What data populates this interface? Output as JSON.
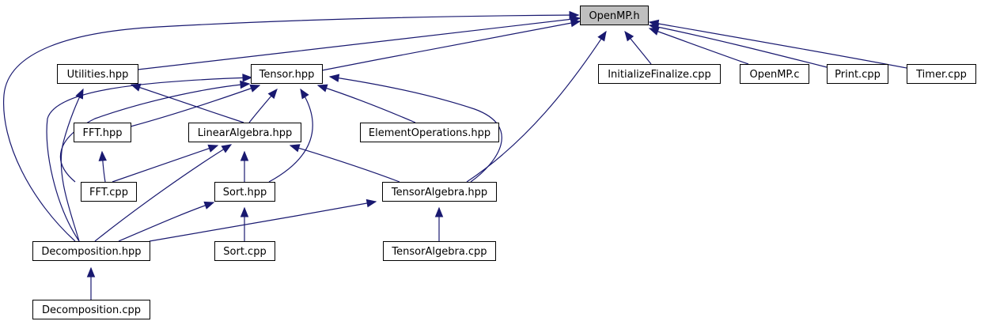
{
  "diagram": {
    "type": "include-dependency-graph",
    "colors": {
      "edge": "#191970",
      "root_fill": "#bfbfbf",
      "node_fill": "#ffffff",
      "node_border": "#000000"
    },
    "nodes": [
      {
        "id": "openmp_h",
        "label": "OpenMP.h",
        "root": true
      },
      {
        "id": "utilities",
        "label": "Utilities.hpp"
      },
      {
        "id": "tensor",
        "label": "Tensor.hpp"
      },
      {
        "id": "initfin",
        "label": "InitializeFinalize.cpp"
      },
      {
        "id": "openmp_c",
        "label": "OpenMP.c"
      },
      {
        "id": "print",
        "label": "Print.cpp"
      },
      {
        "id": "timer",
        "label": "Timer.cpp"
      },
      {
        "id": "fft_hpp",
        "label": "FFT.hpp"
      },
      {
        "id": "linalg",
        "label": "LinearAlgebra.hpp"
      },
      {
        "id": "elemops",
        "label": "ElementOperations.hpp"
      },
      {
        "id": "fft_cpp",
        "label": "FFT.cpp"
      },
      {
        "id": "sort_hpp",
        "label": "Sort.hpp"
      },
      {
        "id": "talg_hpp",
        "label": "TensorAlgebra.hpp"
      },
      {
        "id": "decomp_hpp",
        "label": "Decomposition.hpp"
      },
      {
        "id": "sort_cpp",
        "label": "Sort.cpp"
      },
      {
        "id": "talg_cpp",
        "label": "TensorAlgebra.cpp"
      },
      {
        "id": "decomp_cpp",
        "label": "Decomposition.cpp"
      }
    ],
    "edges": [
      {
        "from": "utilities",
        "to": "openmp_h"
      },
      {
        "from": "tensor",
        "to": "openmp_h"
      },
      {
        "from": "initfin",
        "to": "openmp_h"
      },
      {
        "from": "openmp_c",
        "to": "openmp_h"
      },
      {
        "from": "print",
        "to": "openmp_h"
      },
      {
        "from": "timer",
        "to": "openmp_h"
      },
      {
        "from": "talg_hpp",
        "to": "openmp_h"
      },
      {
        "from": "decomp_hpp",
        "to": "openmp_h"
      },
      {
        "from": "linalg",
        "to": "utilities"
      },
      {
        "from": "decomp_hpp",
        "to": "utilities"
      },
      {
        "from": "fft_hpp",
        "to": "tensor"
      },
      {
        "from": "linalg",
        "to": "tensor"
      },
      {
        "from": "elemops",
        "to": "tensor"
      },
      {
        "from": "fft_cpp",
        "to": "tensor"
      },
      {
        "from": "sort_hpp",
        "to": "tensor"
      },
      {
        "from": "talg_hpp",
        "to": "tensor"
      },
      {
        "from": "decomp_hpp",
        "to": "tensor"
      },
      {
        "from": "fft_cpp",
        "to": "fft_hpp"
      },
      {
        "from": "fft_cpp",
        "to": "linalg"
      },
      {
        "from": "sort_hpp",
        "to": "linalg"
      },
      {
        "from": "talg_hpp",
        "to": "linalg"
      },
      {
        "from": "decomp_hpp",
        "to": "linalg"
      },
      {
        "from": "decomp_hpp",
        "to": "sort_hpp"
      },
      {
        "from": "sort_cpp",
        "to": "sort_hpp"
      },
      {
        "from": "decomp_hpp",
        "to": "talg_hpp"
      },
      {
        "from": "talg_cpp",
        "to": "talg_hpp"
      },
      {
        "from": "decomp_cpp",
        "to": "decomp_hpp"
      }
    ]
  }
}
